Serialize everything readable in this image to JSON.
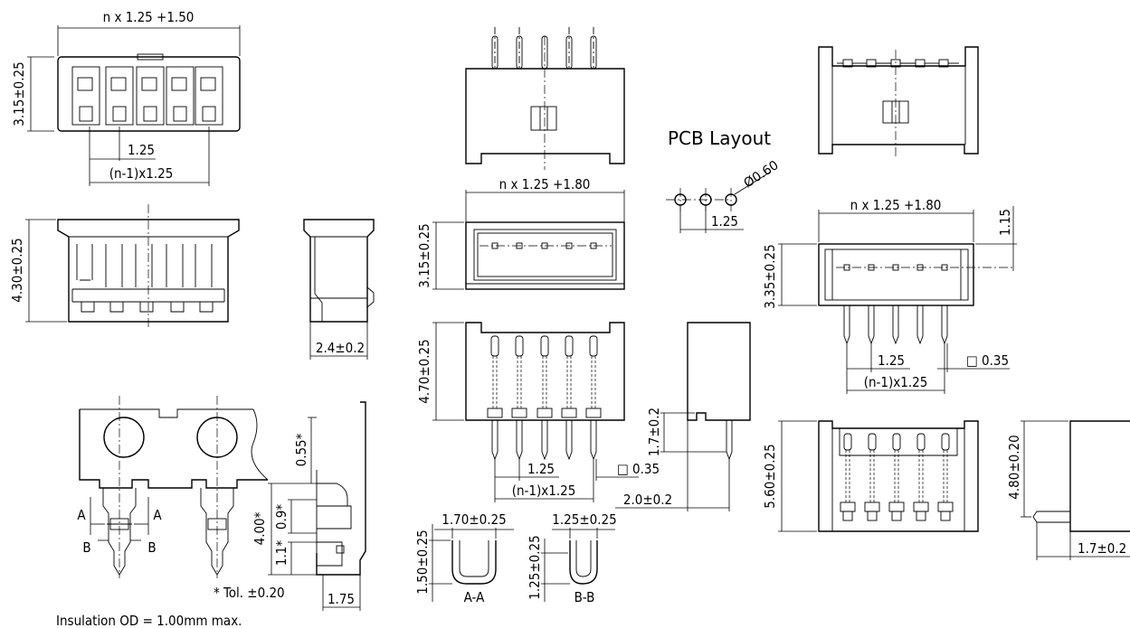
{
  "dims": {
    "housing_width": "n x 1.25 +1.50",
    "housing_depth": "3.15±0.25",
    "housing_pitch": "1.25",
    "housing_span": "(n-1)x1.25",
    "housing_height": "4.30±0.25",
    "housing_side": "2.4±0.2",
    "terminal_top": "0.55*",
    "terminal_total": "4.00*",
    "terminal_mid": "0.9*",
    "terminal_low": "1.1*",
    "terminal_tol": "* Tol. ±0.20",
    "terminal_width": "1.75",
    "insulation": "Insulation OD = 1.00mm max.",
    "section_a": "A",
    "section_b": "B",
    "header_width": "n x 1.25 +1.80",
    "header_depth": "3.15±0.25",
    "header_height": "4.70±0.25",
    "header_pitch": "1.25",
    "header_pin": "□ 0.35",
    "header_span": "(n-1)x1.25",
    "header_pinlen": "1.7±0.2",
    "header_side": "2.0±0.2",
    "aa_width": "1.70±0.25",
    "aa_height": "1.50±0.25",
    "aa_label": "A-A",
    "bb_width": "1.25±0.25",
    "bb_height": "1.25±0.25",
    "bb_label": "B-B",
    "pcb_title": "PCB Layout",
    "pcb_hole": "Ø0.60",
    "pcb_pitch": "1.25",
    "ra_width": "n x 1.25 +1.80",
    "ra_offset": "1.15",
    "ra_depth": "3.35±0.25",
    "ra_pitch": "1.25",
    "ra_pin": "□ 0.35",
    "ra_span": "(n-1)x1.25",
    "ra_height": "5.60±0.25",
    "ra_side_h": "4.80±0.20",
    "ra_side_w": "1.7±0.2"
  }
}
